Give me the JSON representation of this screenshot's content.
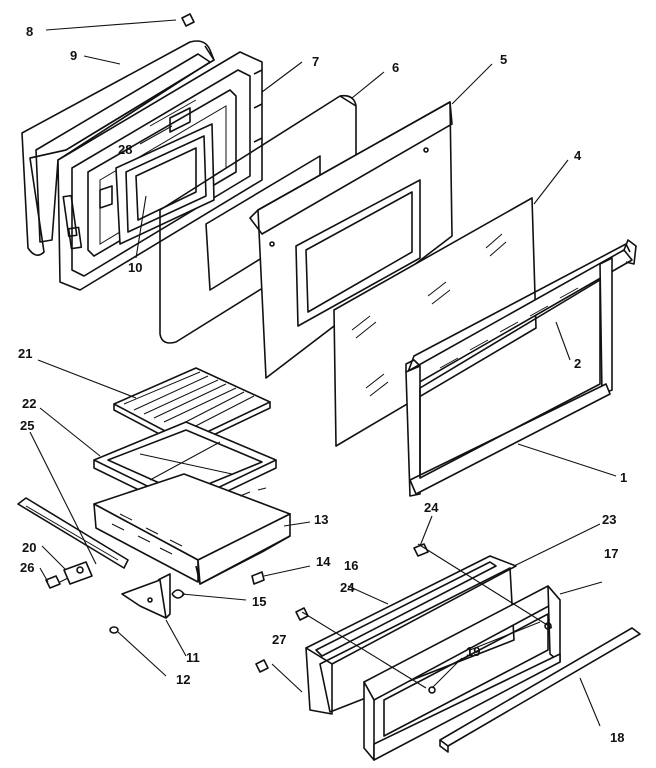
{
  "callouts": {
    "c1": "1",
    "c2": "2",
    "c4": "4",
    "c5": "5",
    "c6": "6",
    "c7": "7",
    "c8": "8",
    "c9": "9",
    "c10": "10",
    "c11": "11",
    "c12": "12",
    "c13": "13",
    "c14": "14",
    "c15": "15",
    "c16": "16",
    "c17": "17",
    "c18": "18",
    "c19": "19",
    "c20": "20",
    "c21": "21",
    "c22": "22",
    "c23": "23",
    "c24a": "24",
    "c24b": "24",
    "c25": "25",
    "c26": "26",
    "c27": "27",
    "c28": "28"
  }
}
